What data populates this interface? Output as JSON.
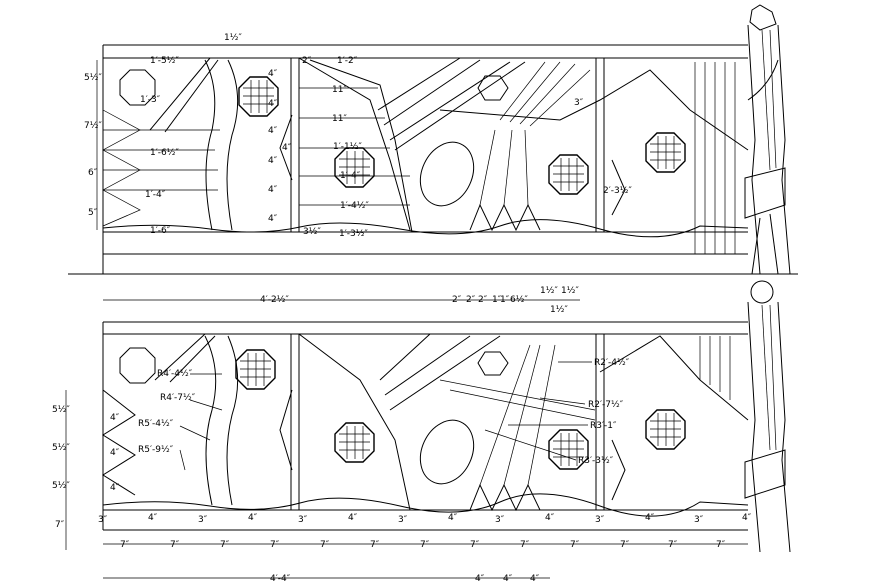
{
  "top_elevation": {
    "dims_top": [
      "1½″",
      "1′-5½″",
      "1′-3″",
      "1′-6½″",
      "1′-4″",
      "1′-6″",
      "2″",
      "1′-2″",
      "11″",
      "11″",
      "1′-1½″",
      "1′-4″",
      "1′-4½″",
      "3½″",
      "1′-3½″",
      "3″",
      "2′-3½″"
    ],
    "dims_left": [
      "5½″",
      "7½″",
      "6″",
      "5″"
    ],
    "dims_post": [
      "4″",
      "4″",
      "4″",
      "4″",
      "4″",
      "4″",
      "4″"
    ],
    "dims_bottom": [
      "4′-2½″",
      "2″",
      "2″",
      "2″",
      "1″",
      "1″",
      "6½″",
      "1½″",
      "1½″",
      "1½″"
    ]
  },
  "bottom_elevation": {
    "radii": [
      "R4′-4½″",
      "R4′-7½″",
      "R5′-4½″",
      "R5′-9½″",
      "R2′-4½″",
      "R2′-7½″",
      "R3′-1″",
      "R3′-3½″"
    ],
    "dims_left": [
      "5½″",
      "5½″",
      "5½″",
      "7″"
    ],
    "dims_inner": [
      "4″",
      "4″",
      "4″"
    ],
    "base_marks": [
      "3″",
      "4″",
      "3″",
      "4″",
      "3″",
      "4″",
      "3″",
      "4″",
      "3″",
      "4″",
      "3″",
      "4″",
      "3″",
      "4″"
    ],
    "spacing": [
      "7″",
      "7″",
      "7″",
      "7″",
      "7″",
      "7″",
      "7″",
      "7″",
      "7″",
      "7″",
      "7″",
      "7″",
      "7″"
    ],
    "dims_bottom": [
      "4′-4″",
      "4″",
      "4″",
      "4″"
    ]
  }
}
